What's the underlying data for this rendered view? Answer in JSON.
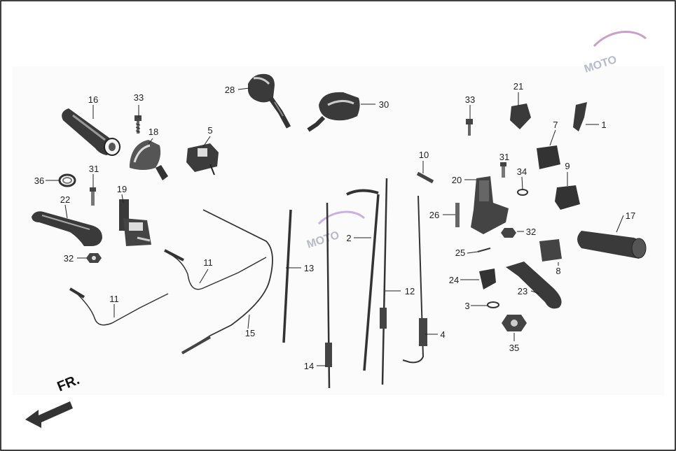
{
  "diagram": {
    "front_label": "FR.",
    "watermark_text": "MOTO",
    "colors": {
      "line": "#222222",
      "part": "#3a3a3a",
      "light": "#d8d8d8",
      "border": "#000000"
    },
    "callouts": [
      {
        "id": "c1",
        "label": "1"
      },
      {
        "id": "c2",
        "label": "2"
      },
      {
        "id": "c3",
        "label": "3"
      },
      {
        "id": "c4",
        "label": "4"
      },
      {
        "id": "c5",
        "label": "5"
      },
      {
        "id": "c7",
        "label": "7"
      },
      {
        "id": "c8",
        "label": "8"
      },
      {
        "id": "c9",
        "label": "9"
      },
      {
        "id": "c10",
        "label": "10"
      },
      {
        "id": "c11a",
        "label": "11"
      },
      {
        "id": "c11b",
        "label": "11"
      },
      {
        "id": "c12",
        "label": "12"
      },
      {
        "id": "c13",
        "label": "13"
      },
      {
        "id": "c14",
        "label": "14"
      },
      {
        "id": "c15",
        "label": "15"
      },
      {
        "id": "c16",
        "label": "16"
      },
      {
        "id": "c17",
        "label": "17"
      },
      {
        "id": "c18",
        "label": "18"
      },
      {
        "id": "c19",
        "label": "19"
      },
      {
        "id": "c20",
        "label": "20"
      },
      {
        "id": "c21",
        "label": "21"
      },
      {
        "id": "c22",
        "label": "22"
      },
      {
        "id": "c23",
        "label": "23"
      },
      {
        "id": "c24",
        "label": "24"
      },
      {
        "id": "c25",
        "label": "25"
      },
      {
        "id": "c26",
        "label": "26"
      },
      {
        "id": "c28",
        "label": "28"
      },
      {
        "id": "c30",
        "label": "30"
      },
      {
        "id": "c31a",
        "label": "31"
      },
      {
        "id": "c31b",
        "label": "31"
      },
      {
        "id": "c32a",
        "label": "32"
      },
      {
        "id": "c32b",
        "label": "32"
      },
      {
        "id": "c33a",
        "label": "33"
      },
      {
        "id": "c33b",
        "label": "33"
      },
      {
        "id": "c34",
        "label": "34"
      },
      {
        "id": "c35",
        "label": "35"
      },
      {
        "id": "c36",
        "label": "36"
      }
    ]
  }
}
